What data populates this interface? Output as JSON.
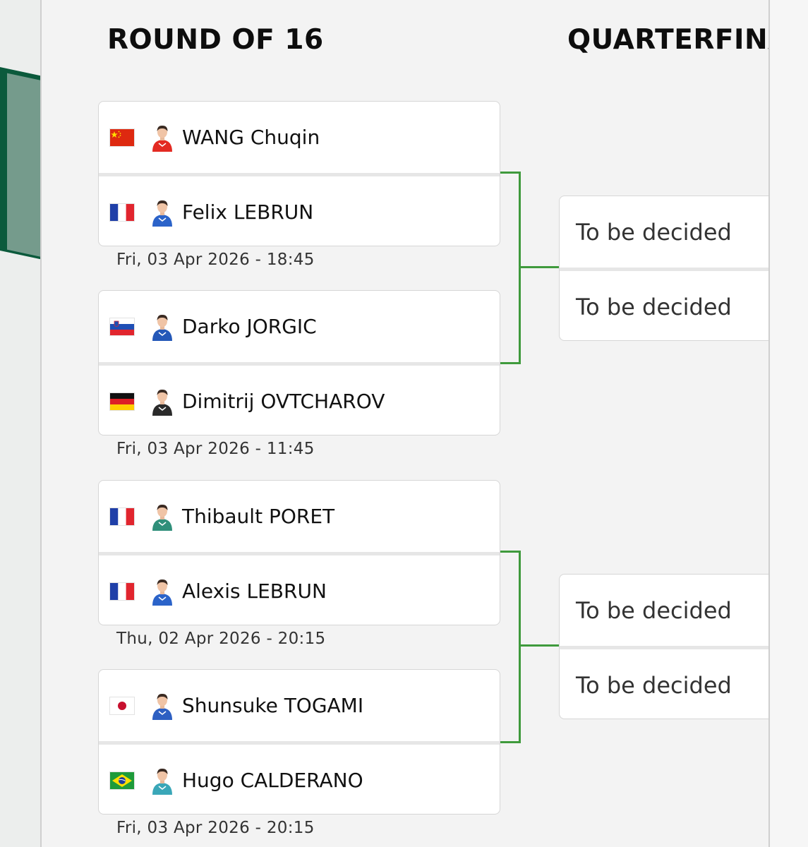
{
  "rounds": {
    "r16_title": "ROUND OF 16",
    "qf_title": "QUARTERFINA"
  },
  "matches": [
    {
      "players": [
        {
          "flag": "china",
          "name": "WANG Chuqin",
          "jersey": "#e32a22"
        },
        {
          "flag": "france",
          "name": "Felix LEBRUN",
          "jersey": "#2b63c9"
        }
      ],
      "date": "Fri, 03 Apr 2026 - 18:45"
    },
    {
      "players": [
        {
          "flag": "slovenia",
          "name": "Darko JORGIC",
          "jersey": "#2458b8"
        },
        {
          "flag": "germany",
          "name": "Dimitrij OVTCHAROV",
          "jersey": "#2a2a2a"
        }
      ],
      "date": "Fri, 03 Apr 2026 - 11:45"
    },
    {
      "players": [
        {
          "flag": "france",
          "name": "Thibault PORET",
          "jersey": "#2f8f7a"
        },
        {
          "flag": "france",
          "name": "Alexis LEBRUN",
          "jersey": "#2b63c9"
        }
      ],
      "date": "Thu, 02 Apr 2026 - 20:15"
    },
    {
      "players": [
        {
          "flag": "japan",
          "name": "Shunsuke TOGAMI",
          "jersey": "#2d5fc2"
        },
        {
          "flag": "brazil",
          "name": "Hugo CALDERANO",
          "jersey": "#3aa7b8"
        }
      ],
      "date": "Fri, 03 Apr 2026 - 20:15"
    }
  ],
  "quarterfinals": [
    {
      "slots": [
        "To be decided",
        "To be decided"
      ]
    },
    {
      "slots": [
        "To be decided",
        "To be decided"
      ]
    }
  ],
  "colors": {
    "connector": "#3f9a3c",
    "brand_green": "#0b5a3c"
  }
}
